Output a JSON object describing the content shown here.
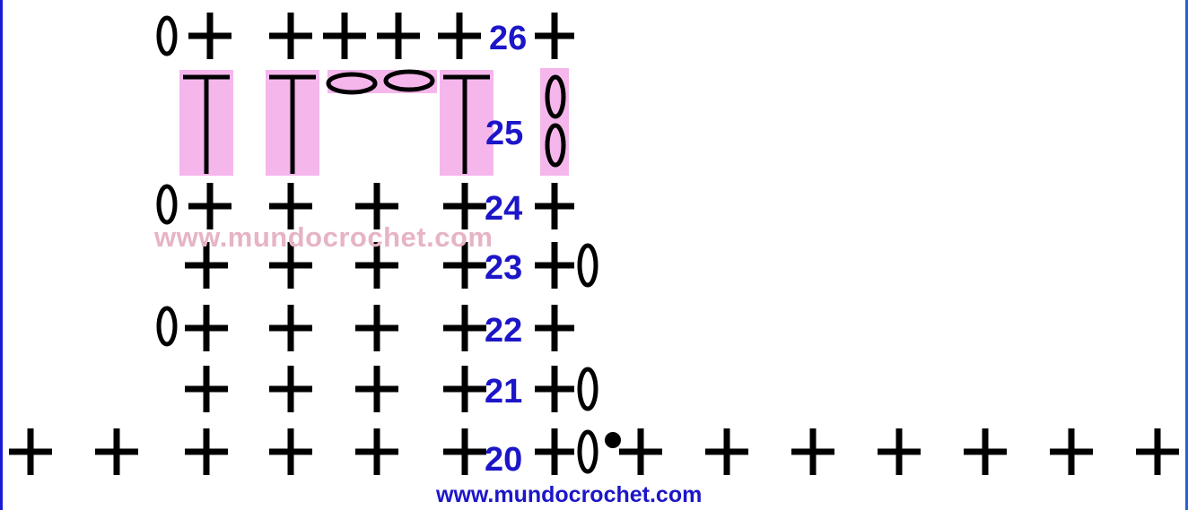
{
  "rows": [
    {
      "label": "26"
    },
    {
      "label": "25"
    },
    {
      "label": "24"
    },
    {
      "label": "23"
    },
    {
      "label": "22"
    },
    {
      "label": "21"
    },
    {
      "label": "20"
    }
  ],
  "watermark": "www.mundocrochet.com",
  "footer_url": "www.mundocrochet.com",
  "colors": {
    "label": "#1c16c8",
    "highlight": "#f5b6ec",
    "watermark": "#e6b4c4",
    "symbol": "#000000"
  },
  "symbol_legend_icons": [
    "single-crochet-plus",
    "chain-oval",
    "double-crochet-tee",
    "slip-stitch-dot"
  ]
}
